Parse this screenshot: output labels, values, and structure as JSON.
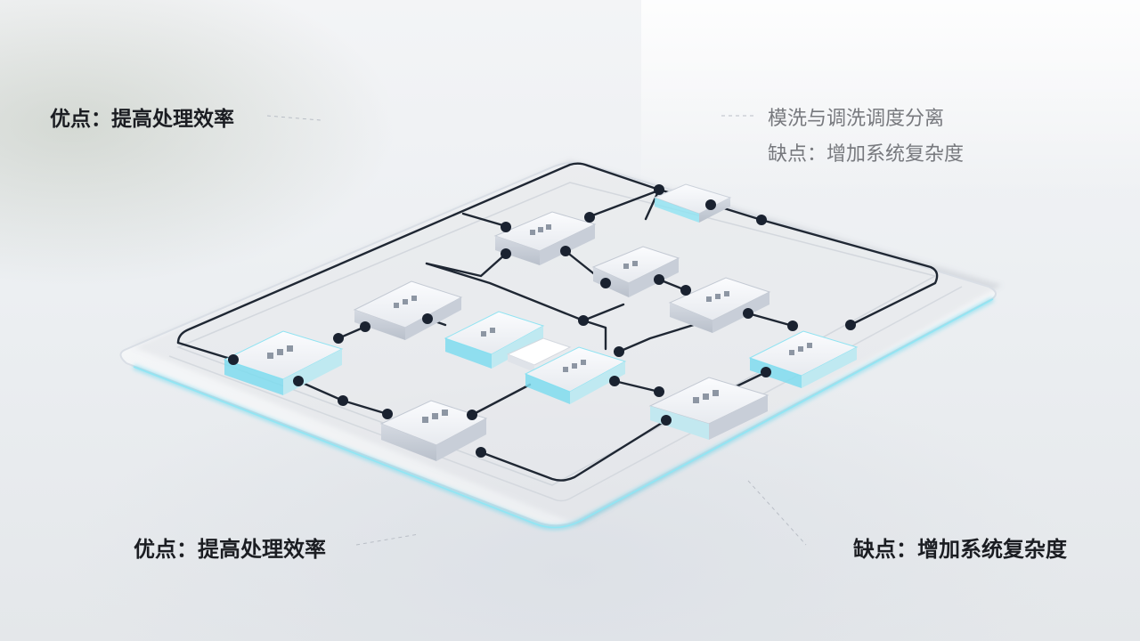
{
  "labels": {
    "top_left": "优点：提高处理效率",
    "top_right_line1": "模洗与调洗调度分离",
    "top_right_line2": "缺点：增加系统复杂度",
    "bottom_left": "优点：提高处理效率",
    "bottom_right": "缺点：增加系统复杂度"
  },
  "colors": {
    "accent_glow": "#5fd6ee",
    "wire": "#1f2733",
    "module_top": "#f4f6f9",
    "text_dark": "#1b1d22",
    "text_muted": "#77797e"
  }
}
